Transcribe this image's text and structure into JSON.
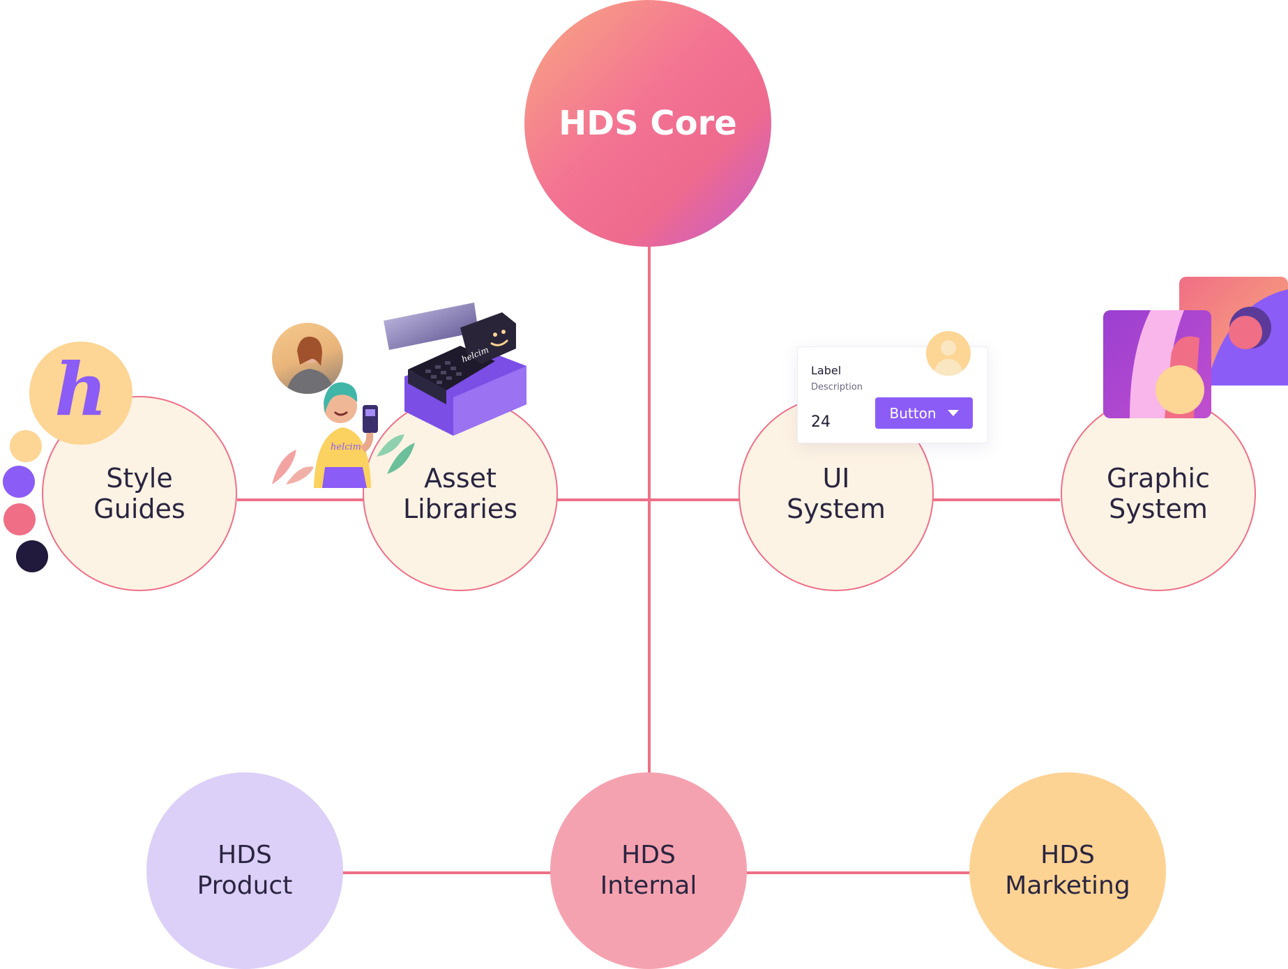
{
  "core": {
    "label": "HDS Core"
  },
  "pillars": [
    {
      "line1": "Style",
      "line2": "Guides"
    },
    {
      "line1": "Asset",
      "line2": "Libraries"
    },
    {
      "line1": "UI",
      "line2": "System"
    },
    {
      "line1": "Graphic",
      "line2": "System"
    }
  ],
  "bottom": [
    {
      "line1": "HDS",
      "line2": "Product",
      "color": "#dccff8"
    },
    {
      "line1": "HDS",
      "line2": "Internal",
      "color": "#f5a2b0"
    },
    {
      "line1": "HDS",
      "line2": "Marketing",
      "color": "#fdd394"
    }
  ],
  "style_guides_logo": {
    "letter": "h"
  },
  "palette_dots": [
    "#fdd594",
    "#8b5cf6",
    "#f06e86",
    "#211a3c"
  ],
  "asset_libraries_art": {
    "terminal_brand": "helcim",
    "shirt_brand": "helcim"
  },
  "ui_card": {
    "label": "Label",
    "description": "Description",
    "value": "24",
    "button": "Button",
    "button_icon": "chevron-down-icon",
    "avatar_icon": "user-avatar-icon"
  },
  "colors": {
    "line": "#ee6f87",
    "node_fill": "#fdf3e4",
    "accent_purple": "#8b5cf6"
  }
}
